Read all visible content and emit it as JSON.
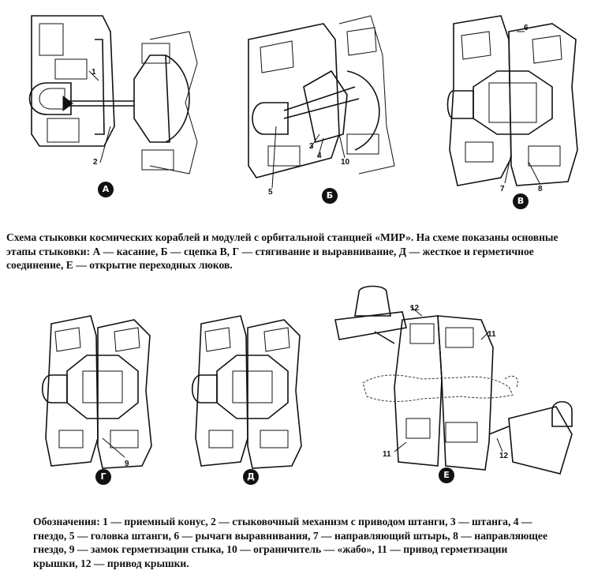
{
  "stages": {
    "A": "А",
    "B": "Б",
    "V": "В",
    "G": "Г",
    "D": "Д",
    "E": "Е"
  },
  "callouts": {
    "n1": "1",
    "n2": "2",
    "n3": "3",
    "n4": "4",
    "n5": "5",
    "n6": "6",
    "n7": "7",
    "n8": "8",
    "n9": "9",
    "n10": "10",
    "n11a": "11",
    "n11b": "11",
    "n12a": "12",
    "n12b": "12"
  },
  "caption": {
    "text": "Схема стыковки космических кораблей и модулей с орбитальной станцией «МИР». На схеме показаны основные этапы стыковки: А — касание, Б — сцепка В, Г — стягивание и выравнивание, Д — жесткое и герметичное соединение, Е — открытие переходных люков."
  },
  "legend": {
    "text": "Обозначения: 1 — приемный конус, 2 — стыковочный механизм с приводом штанги, 3 — штанга, 4 — гнездо, 5 — головка штанги, 6 — рычаги выравнивания, 7 — направляющий штырь, 8 — направляющее гнездо, 9 — замок герметизации стыка, 10 — ограничитель — «жабо», 11 — привод герметизации крышки, 12 — привод крышки."
  }
}
